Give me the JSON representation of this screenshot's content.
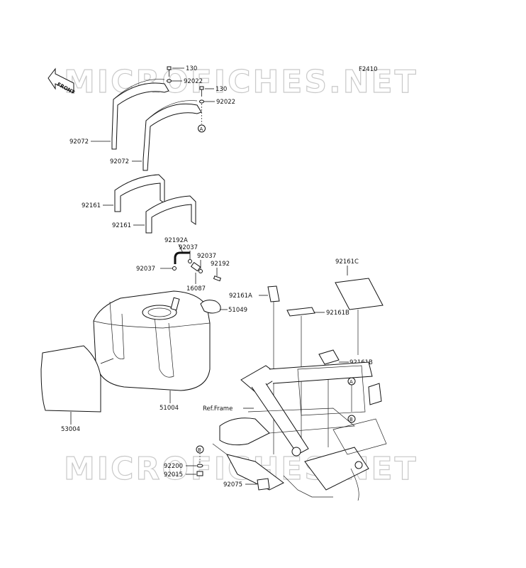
{
  "figure_code": "F2410",
  "watermark": "MICROFICHES.NET",
  "front_arrow": "FRONT",
  "ref_frame": "Ref.Frame",
  "callouts": {
    "a": "A",
    "b": "B"
  },
  "parts": {
    "bolt_130_upper": "130",
    "washer_92022_upper": "92022",
    "bolt_130_lower": "130",
    "washer_92022_lower": "92022",
    "band_92072_left": "92072",
    "band_92072_right": "92072",
    "pad_92161_left": "92161",
    "pad_92161_right": "92161",
    "hose_92192a": "92192A",
    "clamp_92037_top": "92037",
    "clamp_92037_mid": "92037",
    "clamp_92037_left": "92037",
    "hose_92192": "92192",
    "fitting_16087": "16087",
    "cap_51049": "51049",
    "tank_51004": "51004",
    "cover_53004": "53004",
    "pad_92161c": "92161C",
    "pad_92161a": "92161A",
    "pad_92161b_upper": "92161B",
    "pad_92161b_lower": "92161B",
    "washer_92200": "92200",
    "nut_92015": "92015",
    "damper_92075": "92075"
  }
}
